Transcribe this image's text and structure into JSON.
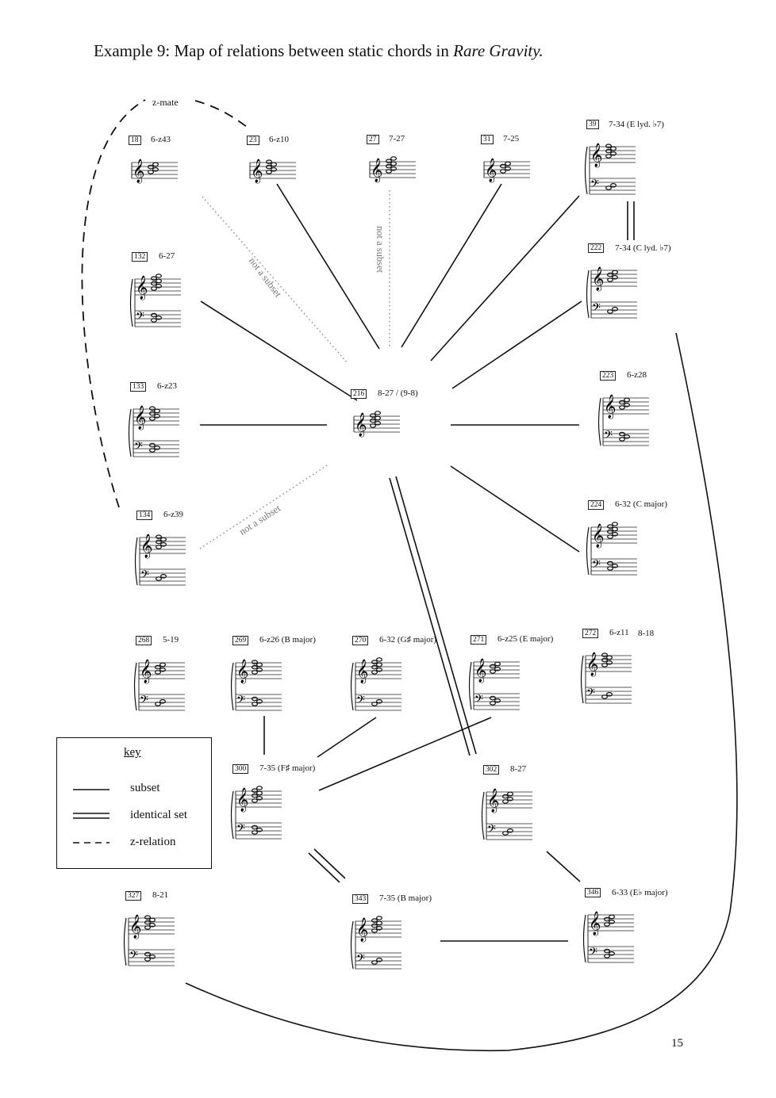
{
  "title_prefix": "Example 9: Map of relations between static chords in ",
  "title_work": "Rare Gravity.",
  "z_mate_label": "z-mate",
  "not_subset_label": "not a subset",
  "chords": [
    {
      "id": "c18",
      "num": "18",
      "set": "6-z43",
      "grand": false
    },
    {
      "id": "c23",
      "num": "23",
      "set": "6-z10",
      "grand": false
    },
    {
      "id": "c27",
      "num": "27",
      "set": "7-27",
      "grand": false
    },
    {
      "id": "c31",
      "num": "31",
      "set": "7-25",
      "grand": false
    },
    {
      "id": "c39",
      "num": "39",
      "set": "7-34 (E lyd. ♭7)",
      "grand": true
    },
    {
      "id": "c132",
      "num": "132",
      "set": "6-27",
      "grand": true
    },
    {
      "id": "c222",
      "num": "222",
      "set": "7-34 (C lyd. ♭7)",
      "grand": true
    },
    {
      "id": "c133",
      "num": "133",
      "set": "6-z23",
      "grand": true
    },
    {
      "id": "c216",
      "num": "216",
      "set": "8-27 / (9-8)",
      "grand": false
    },
    {
      "id": "c223",
      "num": "223",
      "set": "6-z28",
      "grand": true
    },
    {
      "id": "c134",
      "num": "134",
      "set": "6-z39",
      "grand": true
    },
    {
      "id": "c224",
      "num": "224",
      "set": "6-32 (C major)",
      "grand": true
    },
    {
      "id": "c268",
      "num": "268",
      "set": "5-19",
      "grand": true
    },
    {
      "id": "c269",
      "num": "269",
      "set": "6-z26 (B major)",
      "grand": true
    },
    {
      "id": "c270",
      "num": "270",
      "set": "6-32 (G♯ major)",
      "grand": true
    },
    {
      "id": "c271",
      "num": "271",
      "set": "6-z25 (E major)",
      "grand": true
    },
    {
      "id": "c272",
      "num": "272",
      "set": "6-z11",
      "set2": "8-18",
      "grand": true
    },
    {
      "id": "c300",
      "num": "300",
      "set": "7-35 (F♯ major)",
      "grand": true
    },
    {
      "id": "c302",
      "num": "302",
      "set": "8-27",
      "grand": true
    },
    {
      "id": "c327",
      "num": "327",
      "set": "8-21",
      "grand": true
    },
    {
      "id": "c343",
      "num": "343",
      "set": "7-35 (B major)",
      "grand": true
    },
    {
      "id": "c346",
      "num": "346",
      "set": "6-33 (E♭ major)",
      "grand": true
    }
  ],
  "key": {
    "title": "key",
    "items": [
      {
        "style": "solid",
        "label": "subset"
      },
      {
        "style": "double",
        "label": "identical set"
      },
      {
        "style": "dashed",
        "label": "z-relation"
      }
    ]
  },
  "page_number": "15"
}
